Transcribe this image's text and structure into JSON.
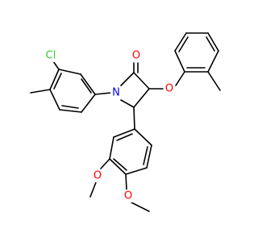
{
  "molecule": {
    "atoms": {
      "Cl": {
        "text": "Cl",
        "color": "#33cc33"
      },
      "O_carbonyl": {
        "text": "O",
        "color": "#ff0000"
      },
      "N": {
        "text": "N",
        "color": "#0000ff"
      },
      "O_ether": {
        "text": "O",
        "color": "#ff0000"
      },
      "O_methoxy1": {
        "text": "O",
        "color": "#ff0000"
      },
      "O_methoxy2": {
        "text": "O",
        "color": "#ff0000"
      }
    },
    "bond_color": "#000000"
  }
}
